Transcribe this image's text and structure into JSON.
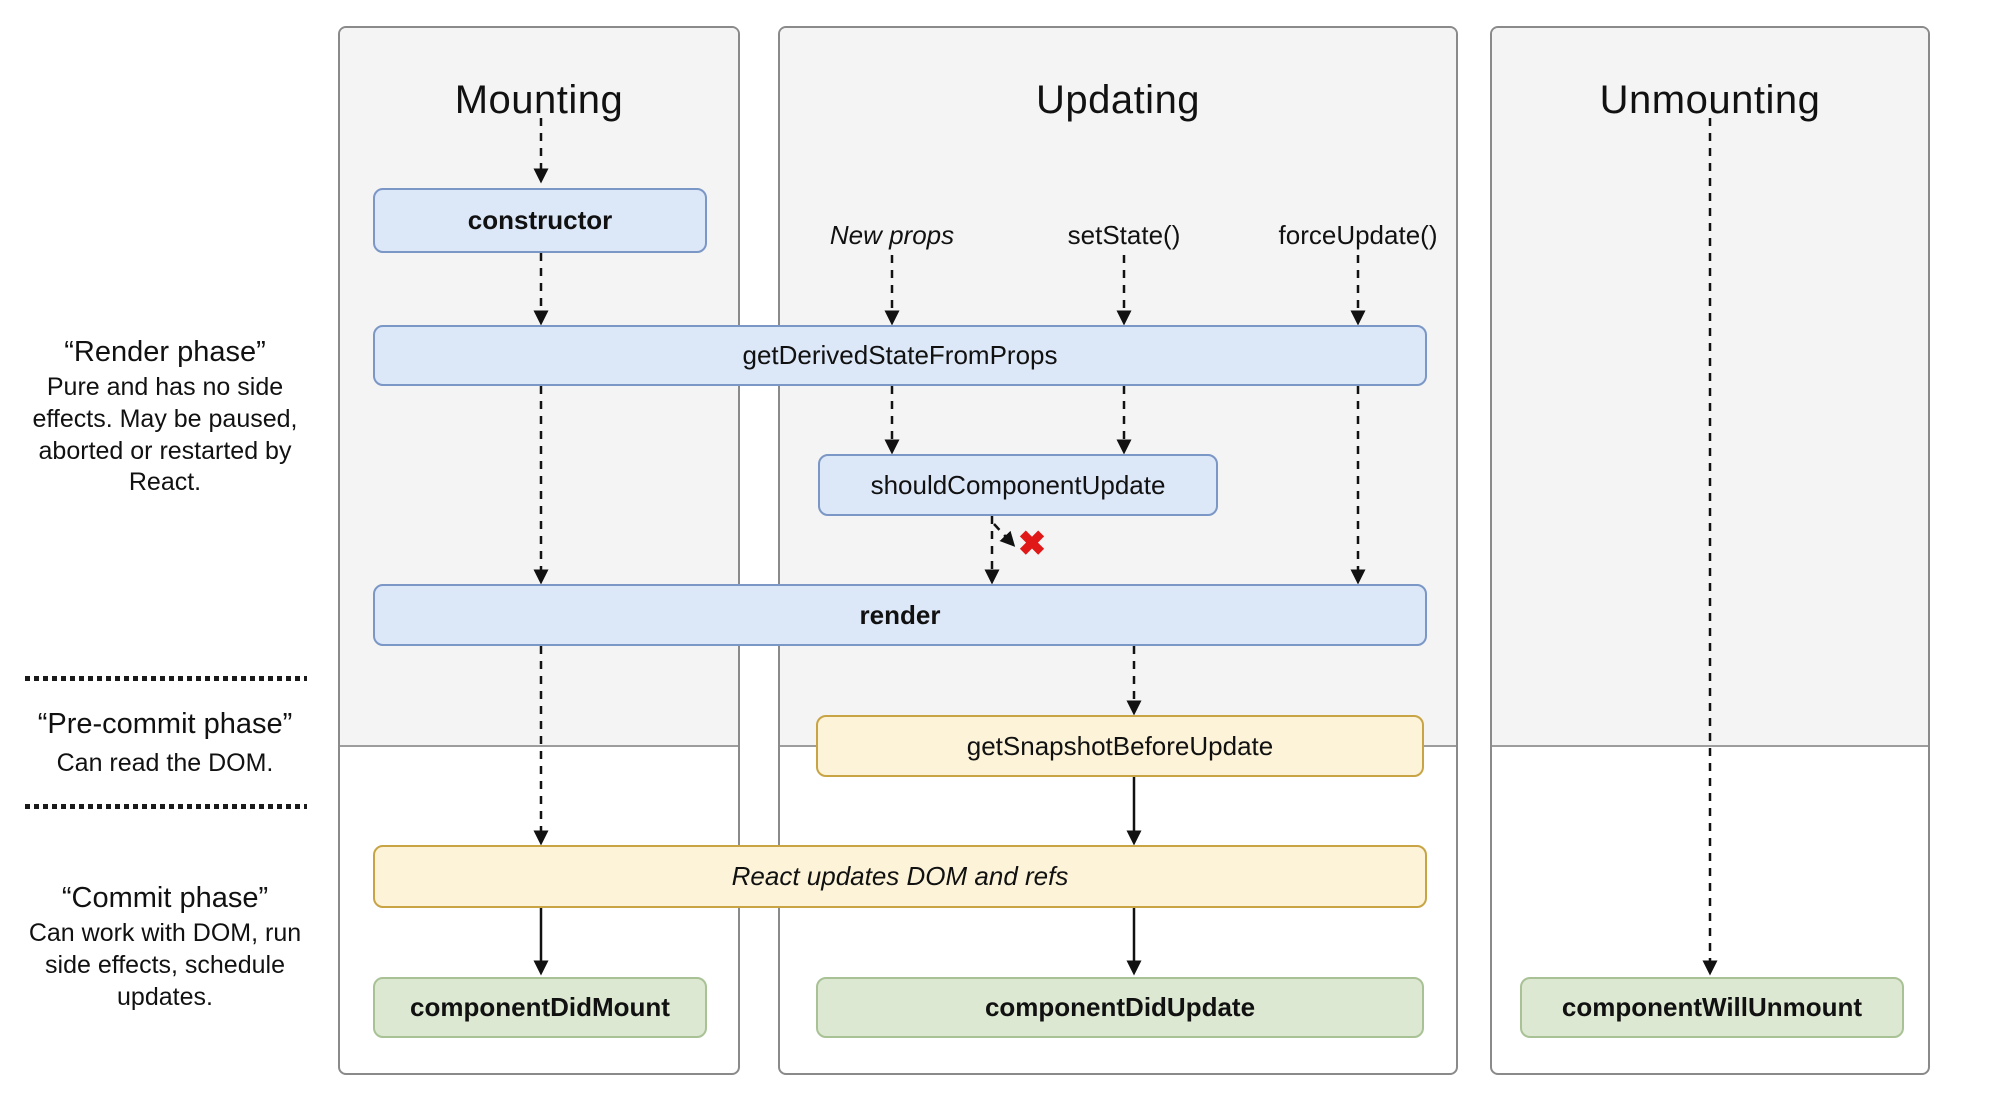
{
  "columns": [
    {
      "title": "Mounting"
    },
    {
      "title": "Updating"
    },
    {
      "title": "Unmounting"
    }
  ],
  "triggers": {
    "new_props": "New props",
    "set_state": "setState()",
    "force_update": "forceUpdate()"
  },
  "nodes": {
    "constructor": "constructor",
    "get_derived_state_from_props": "getDerivedStateFromProps",
    "should_component_update": "shouldComponentUpdate",
    "render": "render",
    "get_snapshot_before_update": "getSnapshotBeforeUpdate",
    "react_updates": "React updates DOM and refs",
    "component_did_mount": "componentDidMount",
    "component_did_update": "componentDidUpdate",
    "component_will_unmount": "componentWillUnmount"
  },
  "phases": {
    "render": {
      "title": "“Render phase”",
      "description": "Pure and has no side effects. May be paused, aborted or restarted by React."
    },
    "pre_commit": {
      "title": "“Pre-commit phase”",
      "description": "Can read the DOM."
    },
    "commit": {
      "title": "“Commit phase”",
      "description": "Can work with DOM, run side effects, schedule updates."
    }
  },
  "icons": {
    "cancel_x_glyph": "✖"
  },
  "colors": {
    "column_bg": "#f4f4f4",
    "column_border": "#8a8a8a",
    "blue_fill": "#dce7f8",
    "blue_border": "#7b97c6",
    "yellow_fill": "#fcf3d8",
    "yellow_border": "#c8a445",
    "green_fill": "#dce8d2",
    "green_border": "#a8c295",
    "arrow": "#111111",
    "cancel_x": "#e01818",
    "text": "#111111"
  }
}
